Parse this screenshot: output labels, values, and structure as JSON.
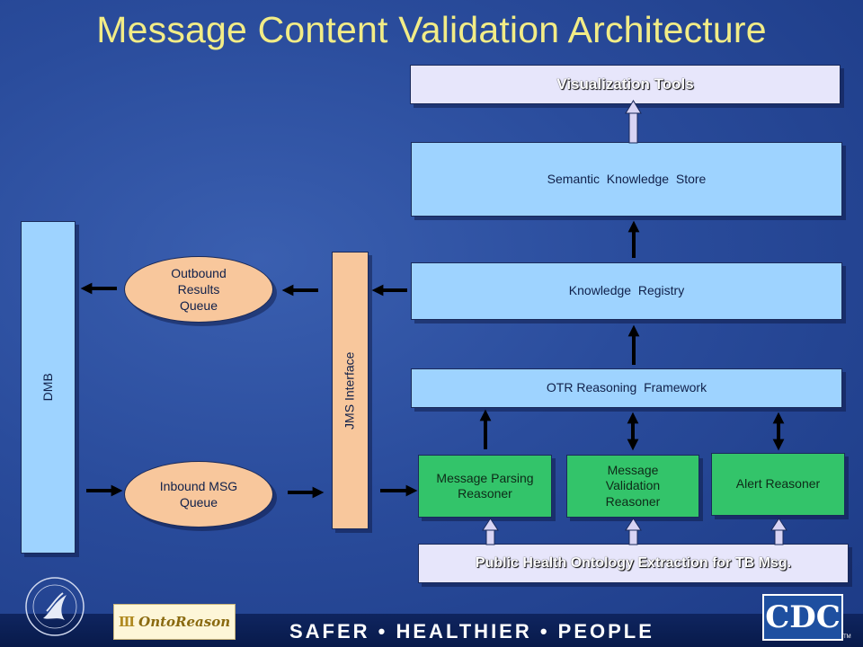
{
  "title": "Message Content Validation Architecture",
  "nodes": {
    "visualization": "Visualization Tools",
    "semantic_store": "Semantic  Knowledge  Store",
    "knowledge_registry": "Knowledge  Registry",
    "otr_framework": "OTR Reasoning  Framework",
    "parsing_reasoner": "Message Parsing Reasoner",
    "validation_reasoner": "Message Validation Reasoner",
    "alert_reasoner": "Alert Reasoner",
    "public_health": "Public Health Ontology Extraction for TB Msg.",
    "dmb": "DMB",
    "outbound_queue": "Outbound Results Queue",
    "inbound_queue": "Inbound  MSG Queue",
    "jms_interface": "JMS Interface"
  },
  "footer": {
    "tagline": "SAFER • HEALTHIER • PEOPLE",
    "ontoreason_logo": "OntoReason",
    "cdc_logo": "CDC",
    "trademark": "TM"
  },
  "colors": {
    "title": "#f2ec86",
    "lavender": "#e7e6fb",
    "light_blue": "#9ed3ff",
    "green": "#33c46a",
    "peach": "#f8c79c"
  }
}
